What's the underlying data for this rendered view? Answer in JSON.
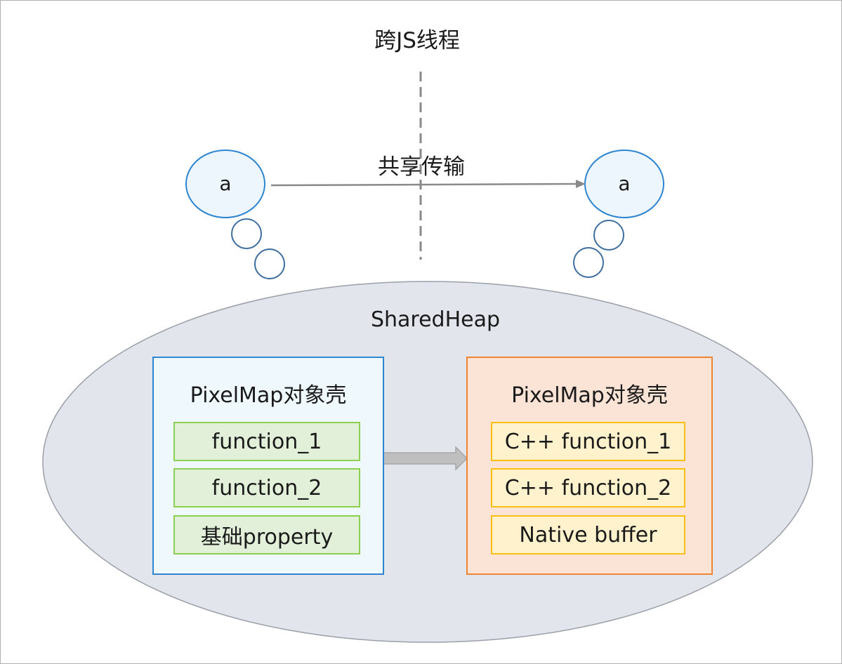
{
  "title": "跨JS线程",
  "transfer_label": "共享传输",
  "left_node": "a",
  "right_node": "a",
  "heap_label": "SharedHeap",
  "left_box": {
    "title": "PixelMap对象壳",
    "items": [
      "function_1",
      "function_2",
      "基础property"
    ]
  },
  "right_box": {
    "title": "PixelMap对象壳",
    "items": [
      "C++ function_1",
      "C++ function_2",
      "Native buffer"
    ]
  },
  "colors": {
    "node_stroke": "#2e86d0",
    "node_fill": "#eef6fd",
    "heap_fill": "#e2e6ec",
    "left_box_stroke": "#2e86d0",
    "left_box_fill": "#eff8fd",
    "left_item_stroke": "#8dcf4f",
    "left_item_fill": "#e2efd9",
    "right_box_stroke": "#ee8533",
    "right_box_fill": "#fbe4d6",
    "right_item_stroke": "#fbbe13",
    "right_item_fill": "#fff2cc"
  }
}
